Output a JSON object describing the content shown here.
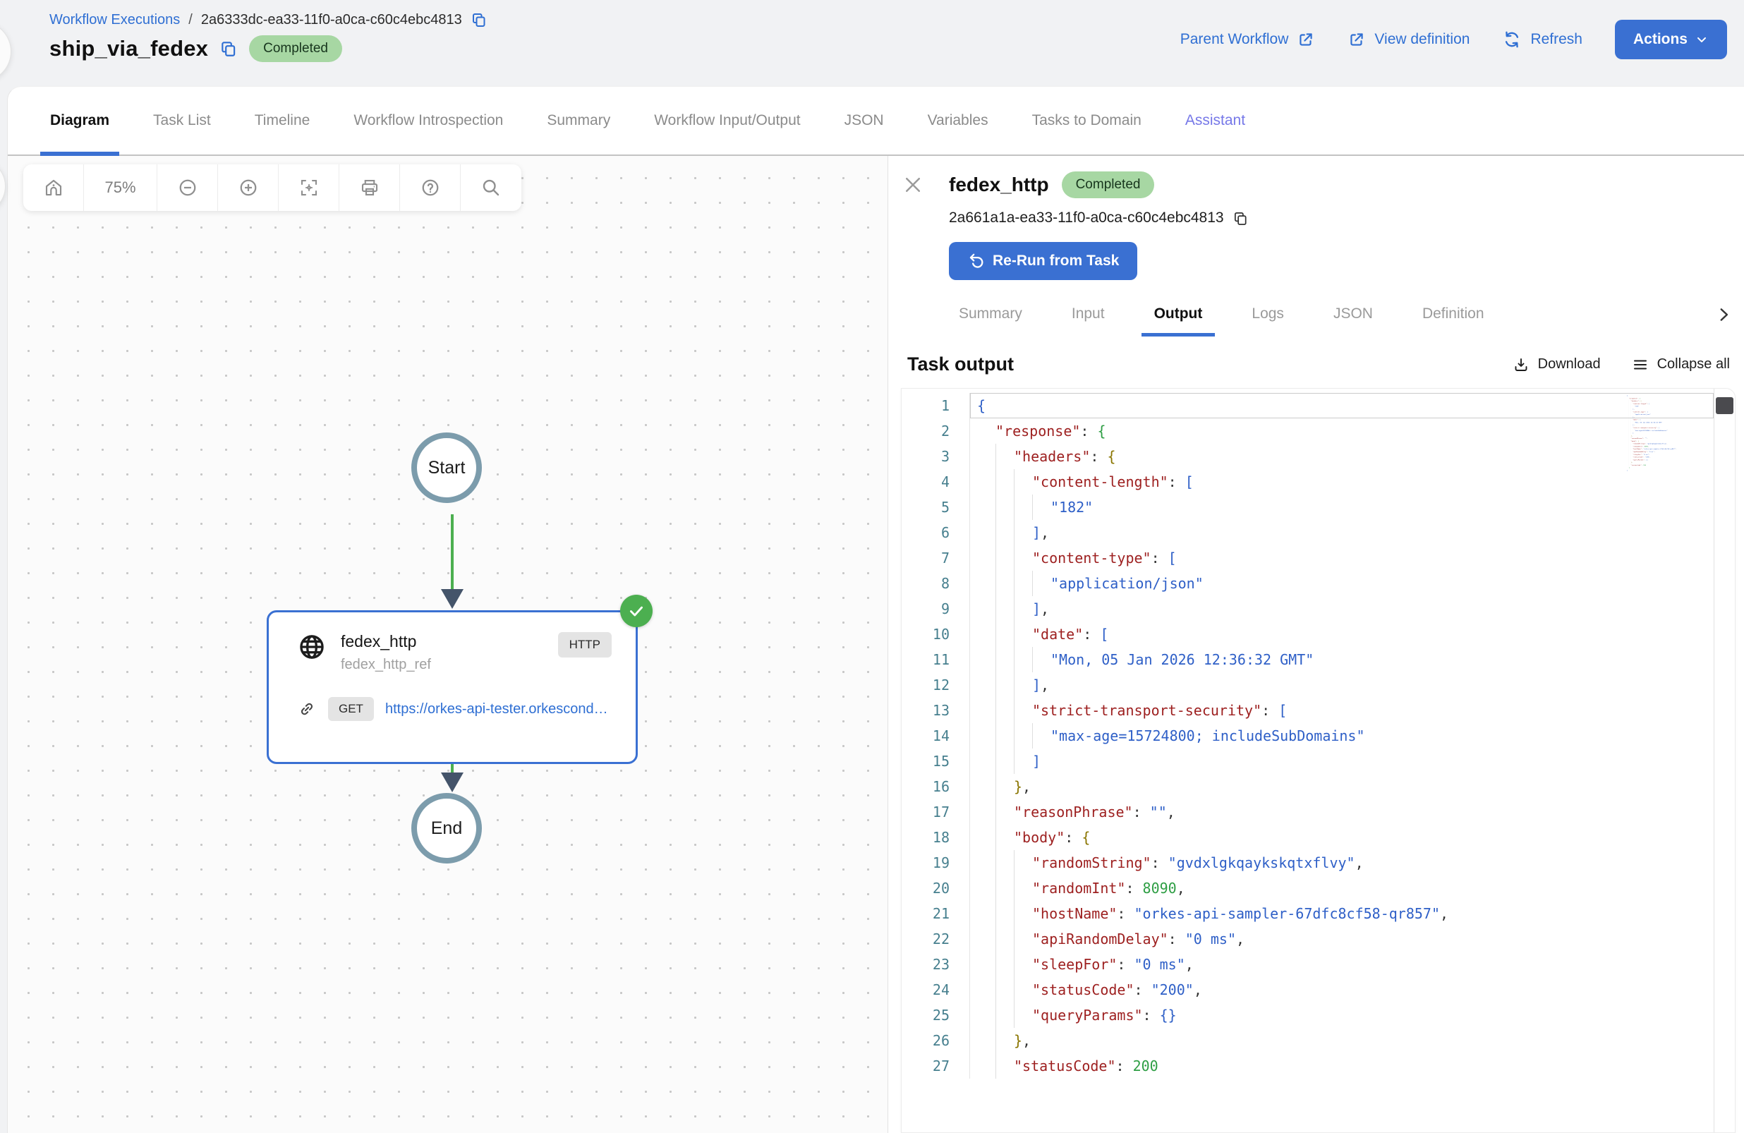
{
  "colors": {
    "accent": "#3a70d2",
    "link": "#2f6fd3",
    "badge_bg": "#a7d7a3",
    "badge_text": "#17351d",
    "success": "#4caf50",
    "arrow": "#44546a",
    "node_stroke": "#7c9cac",
    "tab_inactive": "#8b8b8b",
    "assistant": "#7678e8",
    "code_key": "#9d1f1f",
    "code_str": "#2e5fc7",
    "code_num": "#2e9e44",
    "code_olive": "#8a7500",
    "code_line_no": "#467f8e"
  },
  "header": {
    "breadcrumb": {
      "root": "Workflow Executions",
      "separator": "/",
      "execution_id": "2a6333dc-ea33-11f0-a0ca-c60c4ebc4813"
    },
    "title": "ship_via_fedex",
    "status_badge": "Completed",
    "parent_workflow": "Parent Workflow",
    "view_definition": "View definition",
    "refresh": "Refresh",
    "actions": "Actions"
  },
  "tabs": {
    "items": [
      {
        "label": "Diagram"
      },
      {
        "label": "Task List"
      },
      {
        "label": "Timeline"
      },
      {
        "label": "Workflow Introspection"
      },
      {
        "label": "Summary"
      },
      {
        "label": "Workflow Input/Output"
      },
      {
        "label": "JSON"
      },
      {
        "label": "Variables"
      },
      {
        "label": "Tasks to Domain"
      },
      {
        "label": "Assistant"
      }
    ]
  },
  "diagram": {
    "zoom_level": "75%",
    "start_label": "Start",
    "end_label": "End",
    "task": {
      "name": "fedex_http",
      "ref": "fedex_http_ref",
      "type_badge": "HTTP",
      "method_badge": "GET",
      "url": "https://orkes-api-tester.orkescondu..."
    }
  },
  "task_panel": {
    "title": "fedex_http",
    "status_badge": "Completed",
    "task_id": "2a661a1a-ea33-11f0-a0ca-c60c4ebc4813",
    "rerun_button": "Re-Run from Task",
    "tabs": [
      {
        "label": "Summary"
      },
      {
        "label": "Input"
      },
      {
        "label": "Output"
      },
      {
        "label": "Logs"
      },
      {
        "label": "JSON"
      },
      {
        "label": "Definition"
      }
    ],
    "section_title": "Task output",
    "download_label": "Download",
    "collapse_all_label": "Collapse all",
    "code": {
      "lines": [
        {
          "n": 1,
          "indent": 0,
          "active": true,
          "tokens": [
            [
              "b1",
              "{"
            ]
          ]
        },
        {
          "n": 2,
          "indent": 1,
          "tokens": [
            [
              "key",
              "\"response\""
            ],
            [
              "punc",
              ": "
            ],
            [
              "b2",
              "{"
            ]
          ]
        },
        {
          "n": 3,
          "indent": 2,
          "tokens": [
            [
              "key",
              "\"headers\""
            ],
            [
              "punc",
              ": "
            ],
            [
              "b3",
              "{"
            ]
          ]
        },
        {
          "n": 4,
          "indent": 3,
          "tokens": [
            [
              "key",
              "\"content-length\""
            ],
            [
              "punc",
              ": "
            ],
            [
              "b1",
              "["
            ]
          ]
        },
        {
          "n": 5,
          "indent": 4,
          "tokens": [
            [
              "str",
              "\"182\""
            ]
          ]
        },
        {
          "n": 6,
          "indent": 3,
          "tokens": [
            [
              "b1",
              "]"
            ],
            [
              "punc",
              ","
            ]
          ]
        },
        {
          "n": 7,
          "indent": 3,
          "tokens": [
            [
              "key",
              "\"content-type\""
            ],
            [
              "punc",
              ": "
            ],
            [
              "b1",
              "["
            ]
          ]
        },
        {
          "n": 8,
          "indent": 4,
          "tokens": [
            [
              "str",
              "\"application/json\""
            ]
          ]
        },
        {
          "n": 9,
          "indent": 3,
          "tokens": [
            [
              "b1",
              "]"
            ],
            [
              "punc",
              ","
            ]
          ]
        },
        {
          "n": 10,
          "indent": 3,
          "tokens": [
            [
              "key",
              "\"date\""
            ],
            [
              "punc",
              ": "
            ],
            [
              "b1",
              "["
            ]
          ]
        },
        {
          "n": 11,
          "indent": 4,
          "tokens": [
            [
              "str",
              "\"Mon, 05 Jan 2026 12:36:32 GMT\""
            ]
          ]
        },
        {
          "n": 12,
          "indent": 3,
          "tokens": [
            [
              "b1",
              "]"
            ],
            [
              "punc",
              ","
            ]
          ]
        },
        {
          "n": 13,
          "indent": 3,
          "tokens": [
            [
              "key",
              "\"strict-transport-security\""
            ],
            [
              "punc",
              ": "
            ],
            [
              "b1",
              "["
            ]
          ]
        },
        {
          "n": 14,
          "indent": 4,
          "tokens": [
            [
              "str",
              "\"max-age=15724800; includeSubDomains\""
            ]
          ]
        },
        {
          "n": 15,
          "indent": 3,
          "tokens": [
            [
              "b1",
              "]"
            ]
          ]
        },
        {
          "n": 16,
          "indent": 2,
          "tokens": [
            [
              "b3",
              "}"
            ],
            [
              "punc",
              ","
            ]
          ]
        },
        {
          "n": 17,
          "indent": 2,
          "tokens": [
            [
              "key",
              "\"reasonPhrase\""
            ],
            [
              "punc",
              ": "
            ],
            [
              "str",
              "\"\""
            ],
            [
              "punc",
              ","
            ]
          ]
        },
        {
          "n": 18,
          "indent": 2,
          "tokens": [
            [
              "key",
              "\"body\""
            ],
            [
              "punc",
              ": "
            ],
            [
              "b3",
              "{"
            ]
          ]
        },
        {
          "n": 19,
          "indent": 3,
          "tokens": [
            [
              "key",
              "\"randomString\""
            ],
            [
              "punc",
              ": "
            ],
            [
              "str",
              "\"gvdxlgkqaykskqtxflvy\""
            ],
            [
              "punc",
              ","
            ]
          ]
        },
        {
          "n": 20,
          "indent": 3,
          "tokens": [
            [
              "key",
              "\"randomInt\""
            ],
            [
              "punc",
              ": "
            ],
            [
              "num",
              "8090"
            ],
            [
              "punc",
              ","
            ]
          ]
        },
        {
          "n": 21,
          "indent": 3,
          "tokens": [
            [
              "key",
              "\"hostName\""
            ],
            [
              "punc",
              ": "
            ],
            [
              "str",
              "\"orkes-api-sampler-67dfc8cf58-qr857\""
            ],
            [
              "punc",
              ","
            ]
          ]
        },
        {
          "n": 22,
          "indent": 3,
          "tokens": [
            [
              "key",
              "\"apiRandomDelay\""
            ],
            [
              "punc",
              ": "
            ],
            [
              "str",
              "\"0 ms\""
            ],
            [
              "punc",
              ","
            ]
          ]
        },
        {
          "n": 23,
          "indent": 3,
          "tokens": [
            [
              "key",
              "\"sleepFor\""
            ],
            [
              "punc",
              ": "
            ],
            [
              "str",
              "\"0 ms\""
            ],
            [
              "punc",
              ","
            ]
          ]
        },
        {
          "n": 24,
          "indent": 3,
          "tokens": [
            [
              "key",
              "\"statusCode\""
            ],
            [
              "punc",
              ": "
            ],
            [
              "str",
              "\"200\""
            ],
            [
              "punc",
              ","
            ]
          ]
        },
        {
          "n": 25,
          "indent": 3,
          "tokens": [
            [
              "key",
              "\"queryParams\""
            ],
            [
              "punc",
              ": "
            ],
            [
              "b1",
              "{}"
            ]
          ]
        },
        {
          "n": 26,
          "indent": 2,
          "tokens": [
            [
              "b3",
              "}"
            ],
            [
              "punc",
              ","
            ]
          ]
        },
        {
          "n": 27,
          "indent": 2,
          "tokens": [
            [
              "key",
              "\"statusCode\""
            ],
            [
              "punc",
              ": "
            ],
            [
              "num",
              "200"
            ]
          ]
        }
      ],
      "minimap_extra_lines": [
        {
          "indent": 1,
          "tokens": [
            [
              "b2",
              "}"
            ]
          ]
        },
        {
          "indent": 0,
          "tokens": [
            [
              "b1",
              "}"
            ]
          ]
        }
      ]
    }
  }
}
